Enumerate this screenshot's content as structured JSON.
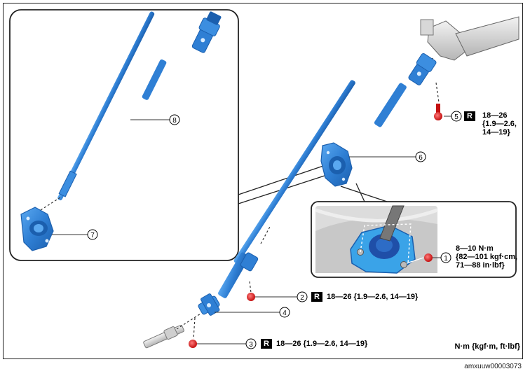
{
  "parts": [
    {
      "number": "1",
      "callout_lines": [
        "8—10 N·m",
        "{82—101 kgf·cm,",
        "71—88 in·lbf}"
      ]
    },
    {
      "number": "2",
      "badge": "R",
      "torque": "18—26 {1.9—2.6, 14—19}"
    },
    {
      "number": "3",
      "badge": "R",
      "torque": "18—26 {1.9—2.6, 14—19}"
    },
    {
      "number": "4"
    },
    {
      "number": "5",
      "badge": "R",
      "torque_lines": [
        "18—26",
        "{1.9—2.6,",
        "14—19}"
      ]
    },
    {
      "number": "6"
    },
    {
      "number": "7"
    },
    {
      "number": "8"
    }
  ],
  "units_note": "N·m {kgf·m, ft·lbf}",
  "figure_code": "amxuuw00003073",
  "colors": {
    "part_blue": "#2f7fd4",
    "part_dark": "#1b5fae",
    "bolt_red": "#e0242a",
    "line": "#333333"
  }
}
